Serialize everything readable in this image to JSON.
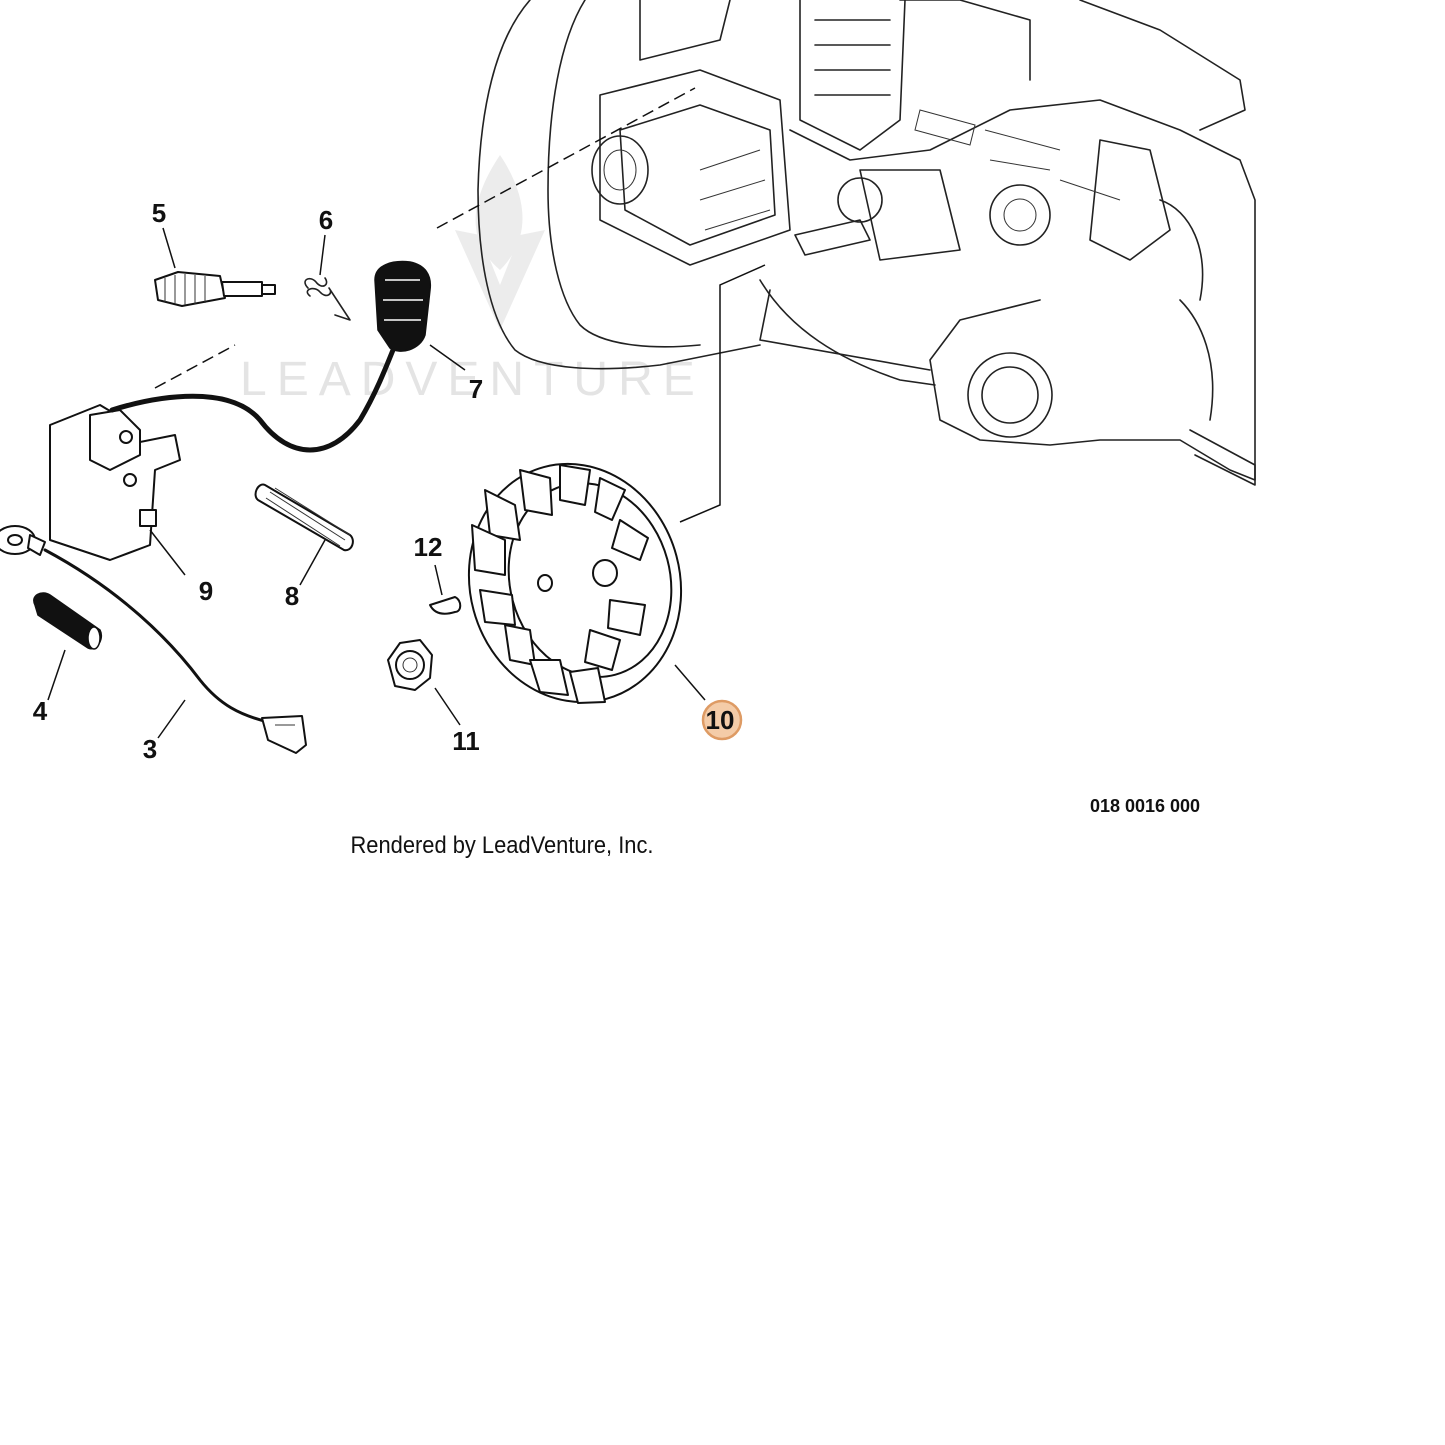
{
  "watermark": {
    "text": "LEADVENTURE"
  },
  "callouts": [
    {
      "id": "3",
      "label": "3"
    },
    {
      "id": "4",
      "label": "4"
    },
    {
      "id": "5",
      "label": "5"
    },
    {
      "id": "6",
      "label": "6"
    },
    {
      "id": "7",
      "label": "7"
    },
    {
      "id": "8",
      "label": "8"
    },
    {
      "id": "9",
      "label": "9"
    },
    {
      "id": "10",
      "label": "10",
      "highlighted": true
    },
    {
      "id": "11",
      "label": "11"
    },
    {
      "id": "12",
      "label": "12"
    }
  ],
  "drawing_number": "018 0016 000",
  "credit": "Rendered by LeadVenture, Inc.",
  "colors": {
    "highlight_fill": "#f3c49a",
    "highlight_stroke": "#d98a4a",
    "line": "#111111",
    "watermark": "#e4e4e4"
  }
}
